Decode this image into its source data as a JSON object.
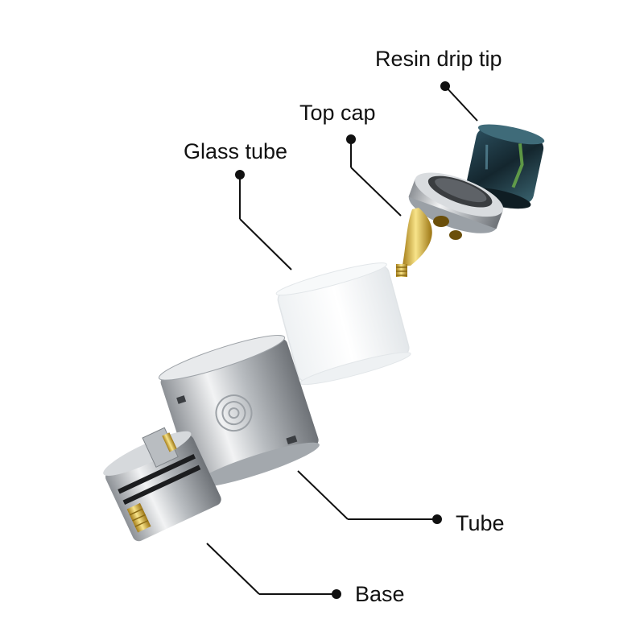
{
  "labels": {
    "drip_tip": "Resin drip tip",
    "top_cap": "Top cap",
    "glass_tube": "Glass tube",
    "tube": "Tube",
    "base": "Base"
  },
  "colors": {
    "leader": "#111111",
    "steel": "#c8ccd0",
    "gold": "#d9b23a",
    "resin": "#1f3a45",
    "glass": "#f4f6f7"
  }
}
